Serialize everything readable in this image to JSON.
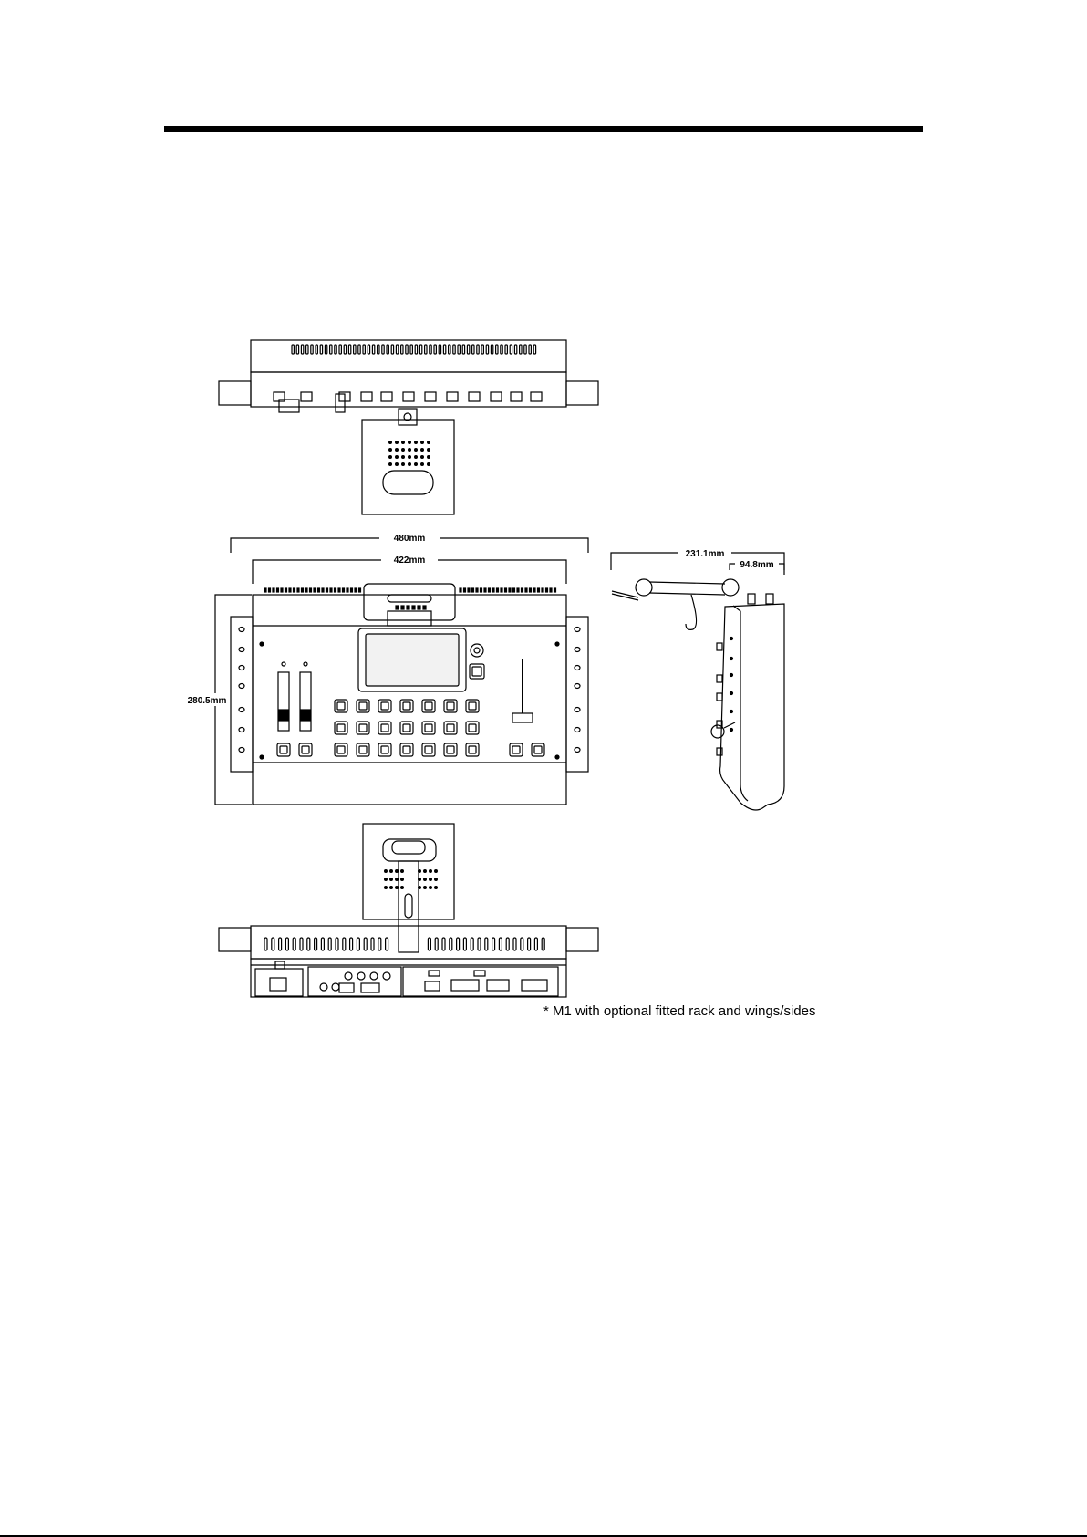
{
  "dimensions": {
    "overall_width": "480mm",
    "panel_width": "422mm",
    "height": "280.5mm",
    "side_depth": "231.1mm",
    "side_thickness": "94.8mm"
  },
  "caption": "* M1 with optional fitted rack and wings/sides",
  "colors": {
    "line": "#000000",
    "background": "#ffffff",
    "screen_fill": "#f2f2f2"
  }
}
